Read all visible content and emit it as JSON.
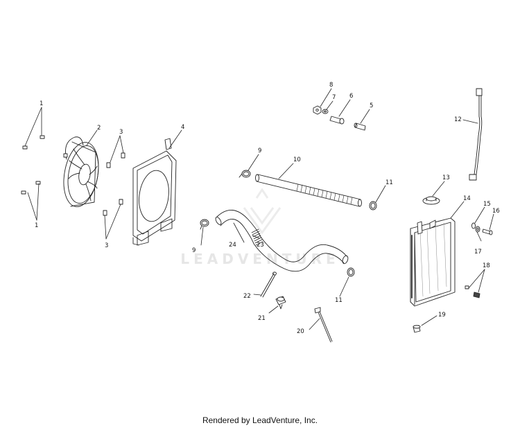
{
  "footer": {
    "text": "Rendered by LeadVenture, Inc."
  },
  "watermark": {
    "text": "LEADVENTURE"
  },
  "callouts": {
    "c1a": "1",
    "c1b": "1",
    "c2": "2",
    "c3a": "3",
    "c3b": "3",
    "c4": "4",
    "c5": "5",
    "c6": "6",
    "c7": "7",
    "c8": "8",
    "c9a": "9",
    "c9b": "9",
    "c10": "10",
    "c11a": "11",
    "c11b": "11",
    "c12": "12",
    "c13": "13",
    "c14": "14",
    "c15": "15",
    "c16": "16",
    "c17": "17",
    "c18": "18",
    "c19": "19",
    "c20": "20",
    "c21": "21",
    "c22": "22",
    "c23": "23",
    "c24": "24"
  }
}
